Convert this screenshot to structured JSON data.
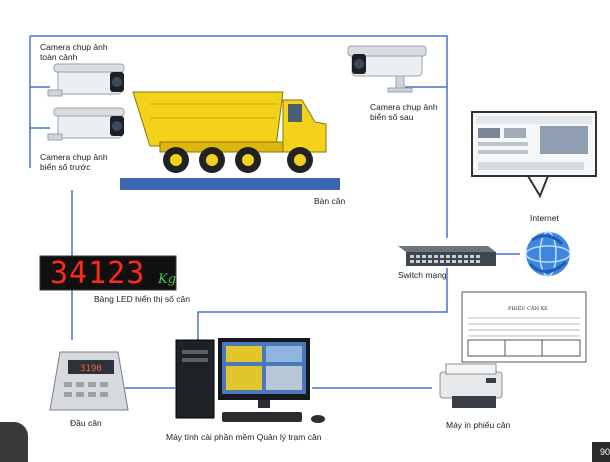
{
  "labels": {
    "camera_overview": [
      "Camera chụp ảnh",
      "toàn cảnh"
    ],
    "camera_front": [
      "Camera chụp ảnh",
      "biển số trước"
    ],
    "camera_rear": [
      "Camera chụp ảnh",
      "biển số sau"
    ],
    "scale": "Bàn cân",
    "internet": "Internet",
    "switch": "Switch mạng",
    "led_board": "Bảng LED hiển thị số cân",
    "indicator": "Đầu cân",
    "computer": "Máy tính cài phần mềm  Quản lý trạm cân",
    "printer": "Máy in phiếu cân"
  },
  "led": {
    "digits": "34123",
    "unit": "Kg",
    "indicator_value": "3190"
  },
  "ticket": {
    "title": "PHIẾU CÂN XE"
  },
  "corner_badge": "90",
  "colors": {
    "line": "#4a74c9",
    "truck": "#f3d21c",
    "led_digit": "#ff2a1a",
    "led_unit": "#39d14a",
    "scale_plate": "#3a66b0"
  }
}
